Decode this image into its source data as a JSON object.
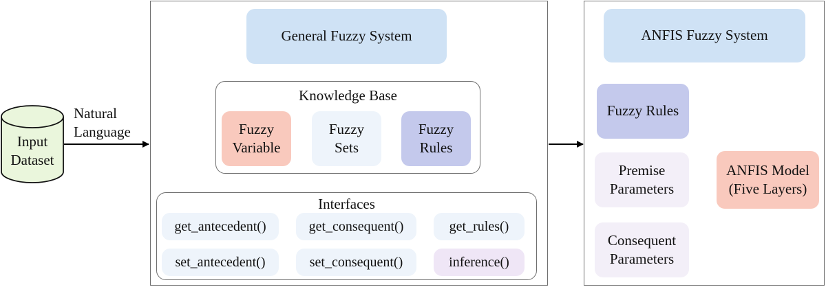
{
  "input": {
    "label_line1": "Input",
    "label_line2": "Dataset",
    "arrow_label_line1": "Natural",
    "arrow_label_line2": "Language",
    "fill_color": "#eaf6dc"
  },
  "general": {
    "title": "General Fuzzy System",
    "knowledge_base": {
      "title": "Knowledge Base",
      "items": [
        {
          "line1": "Fuzzy",
          "line2": "Variable",
          "color": "#f9c9bd"
        },
        {
          "line1": "Fuzzy",
          "line2": "Sets",
          "color": "#eef4fb"
        },
        {
          "line1": "Fuzzy",
          "line2": "Rules",
          "color": "#c4c9ec"
        }
      ]
    },
    "interfaces": {
      "title": "Interfaces",
      "methods": [
        {
          "label": "get_antecedent()",
          "color": "#eef4fb"
        },
        {
          "label": "get_consequent()",
          "color": "#eef4fb"
        },
        {
          "label": "get_rules()",
          "color": "#eef4fb"
        },
        {
          "label": "set_antecedent()",
          "color": "#eef4fb"
        },
        {
          "label": "set_consequent()",
          "color": "#eef4fb"
        },
        {
          "label": "inference()",
          "color": "#efe6f6"
        }
      ]
    }
  },
  "anfis": {
    "title": "ANFIS Fuzzy System",
    "inputs": [
      {
        "line1": "Fuzzy Rules",
        "line2": "",
        "color": "#c4c9ec"
      },
      {
        "line1": "Premise",
        "line2": "Parameters",
        "color": "#f3eff8"
      },
      {
        "line1": "Consequent",
        "line2": "Parameters",
        "color": "#f3eff8"
      }
    ],
    "model": {
      "line1": "ANFIS Model",
      "line2": "(Five Layers)",
      "color": "#f9c9bd"
    }
  },
  "colors": {
    "header_blue": "#cfe2f5",
    "border_gray": "#6f6f6f",
    "arrow": "#000000"
  }
}
